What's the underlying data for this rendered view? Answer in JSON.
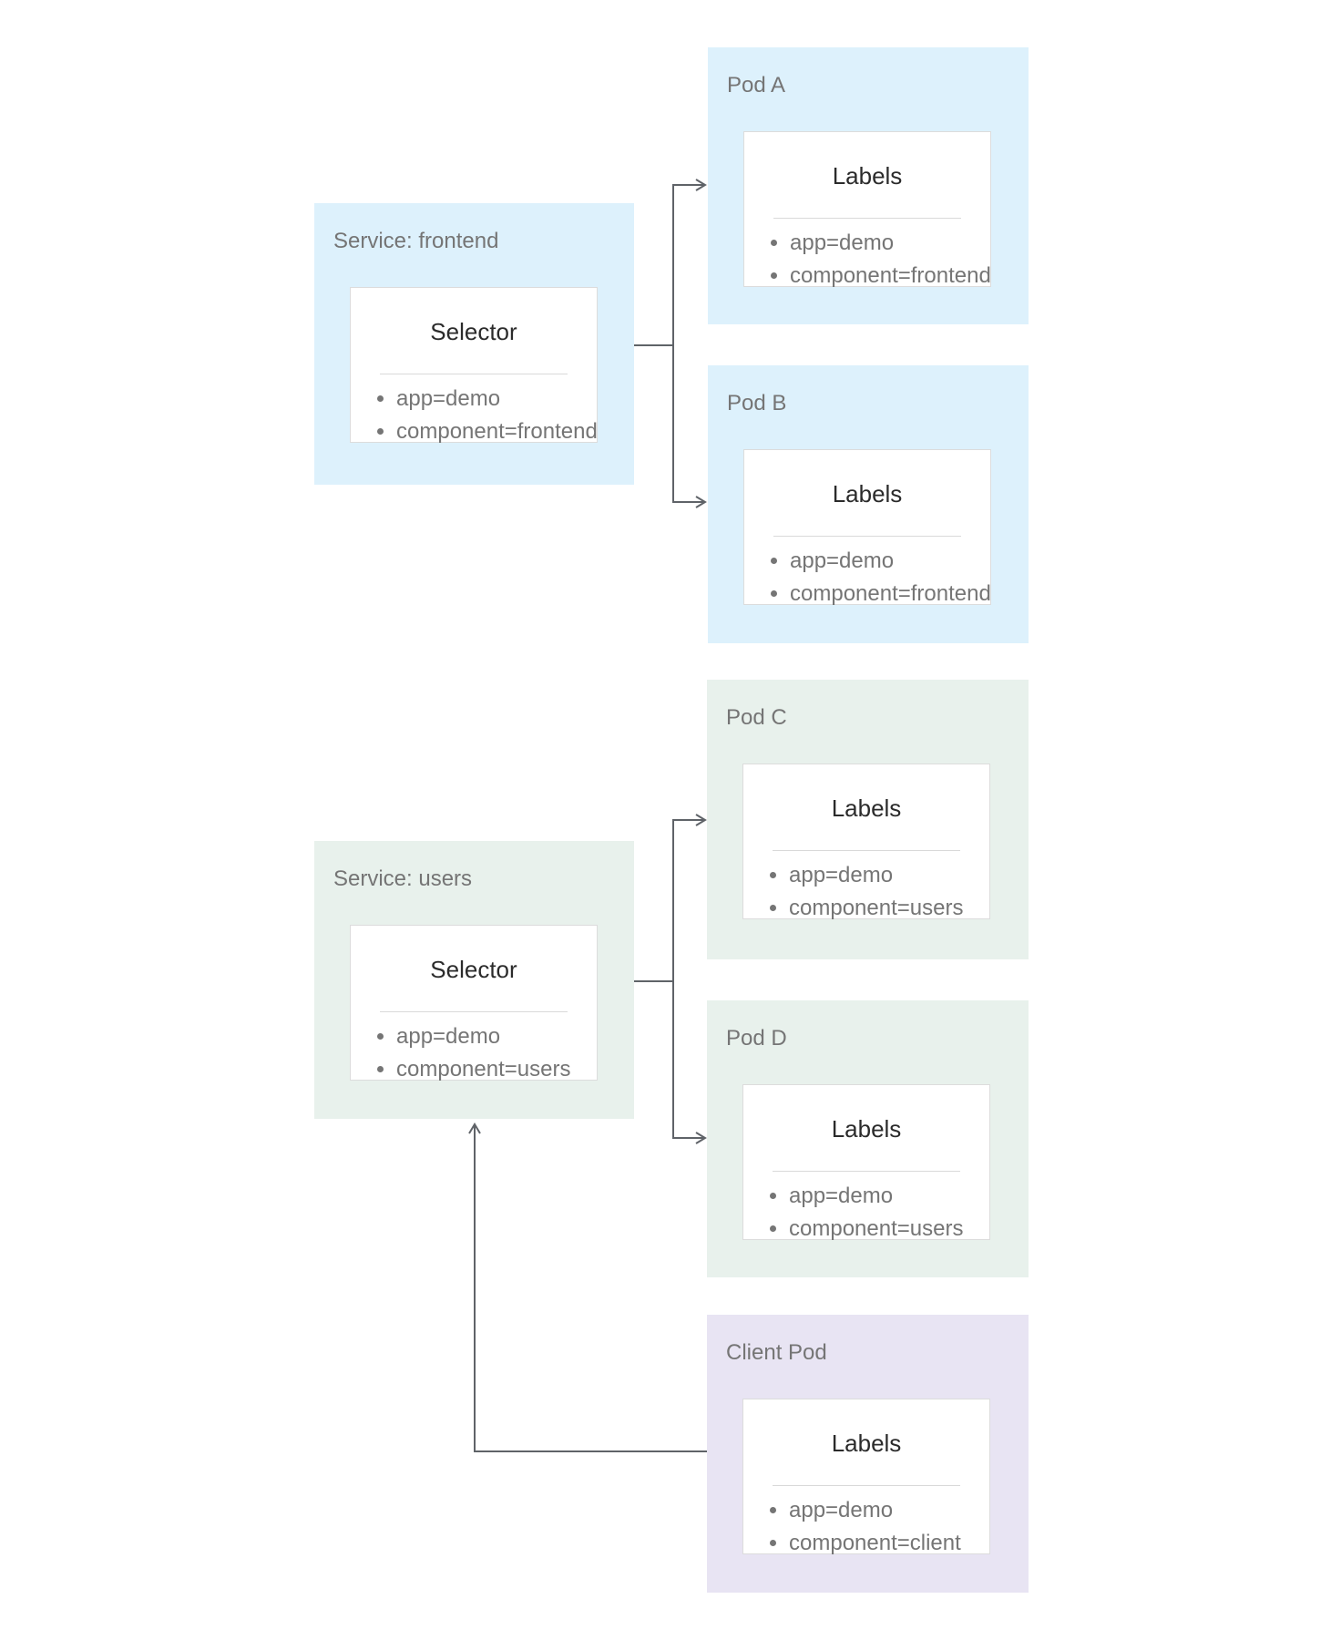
{
  "groups": {
    "service_frontend": {
      "label": "Service: frontend",
      "card_title": "Selector",
      "items": [
        "app=demo",
        "component=frontend"
      ]
    },
    "pod_a": {
      "label": "Pod A",
      "card_title": "Labels",
      "items": [
        "app=demo",
        "component=frontend"
      ]
    },
    "pod_b": {
      "label": "Pod B",
      "card_title": "Labels",
      "items": [
        "app=demo",
        "component=frontend"
      ]
    },
    "service_users": {
      "label": "Service: users",
      "card_title": "Selector",
      "items": [
        "app=demo",
        "component=users"
      ]
    },
    "pod_c": {
      "label": "Pod C",
      "card_title": "Labels",
      "items": [
        "app=demo",
        "component=users"
      ]
    },
    "pod_d": {
      "label": "Pod D",
      "card_title": "Labels",
      "items": [
        "app=demo",
        "component=users"
      ]
    },
    "client_pod": {
      "label": "Client Pod",
      "card_title": "Labels",
      "items": [
        "app=demo",
        "component=client"
      ]
    }
  },
  "colors": {
    "frontend_bg": "#ddf1fc",
    "users_bg": "#e8f1ec",
    "client_bg": "#e8e4f3",
    "card_bg": "#ffffff",
    "card_border": "#dcdcdc",
    "divider": "#d9d9d9",
    "title_text": "#2b2b2b",
    "label_text": "#757575",
    "connector": "#5f6368"
  }
}
